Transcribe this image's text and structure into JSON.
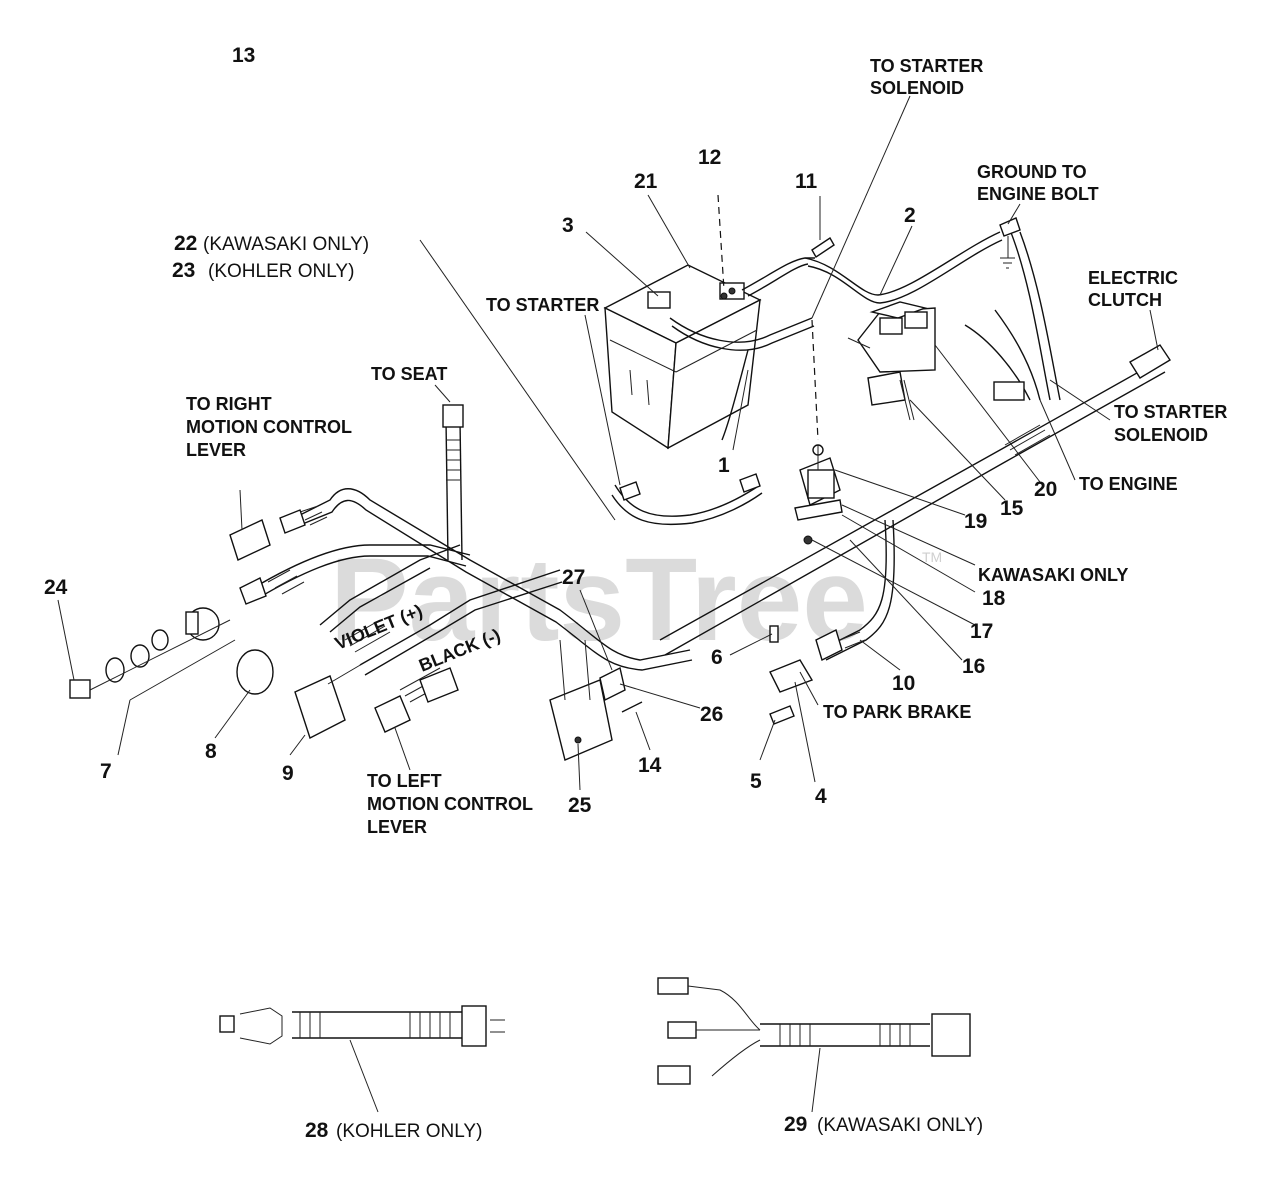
{
  "watermark": "PartsTree",
  "trademark": "TM",
  "callouts": {
    "c1": "1",
    "c2": "2",
    "c3": "3",
    "c4": "4",
    "c5": "5",
    "c6": "6",
    "c7": "7",
    "c8": "8",
    "c9": "9",
    "c10": "10",
    "c11": "11",
    "c12": "12",
    "c13": "13",
    "c14": "14",
    "c15": "15",
    "c16": "16",
    "c17": "17",
    "c18": "18",
    "c19": "19",
    "c20": "20",
    "c21": "21",
    "c22": "22",
    "c22_note": "(KAWASAKI ONLY)",
    "c23": "23",
    "c23_note": "(KOHLER ONLY)",
    "c24": "24",
    "c25": "25",
    "c26": "26",
    "c27": "27",
    "c28": "28",
    "c28_note": "(KOHLER ONLY)",
    "c29": "29",
    "c29_note": "(KAWASAKI ONLY)"
  },
  "labels": {
    "to_starter_solenoid_top_1": "TO STARTER",
    "to_starter_solenoid_top_2": "SOLENOID",
    "ground_1": "GROUND TO",
    "ground_2": "ENGINE BOLT",
    "electric_clutch_1": "ELECTRIC",
    "electric_clutch_2": "CLUTCH",
    "to_starter": "TO STARTER",
    "to_starter_solenoid_right_1": "TO STARTER",
    "to_starter_solenoid_right_2": "SOLENOID",
    "to_engine": "TO ENGINE",
    "to_seat": "TO SEAT",
    "right_motion_1": "TO RIGHT",
    "right_motion_2": "MOTION CONTROL",
    "right_motion_3": "LEVER",
    "kawasaki_only": "KAWASAKI ONLY",
    "violet": "VIOLET (+)",
    "black": "BLACK (-)",
    "to_park_brake": "TO PARK BRAKE",
    "left_motion_1": "TO LEFT",
    "left_motion_2": "MOTION CONTROL",
    "left_motion_3": "LEVER"
  }
}
